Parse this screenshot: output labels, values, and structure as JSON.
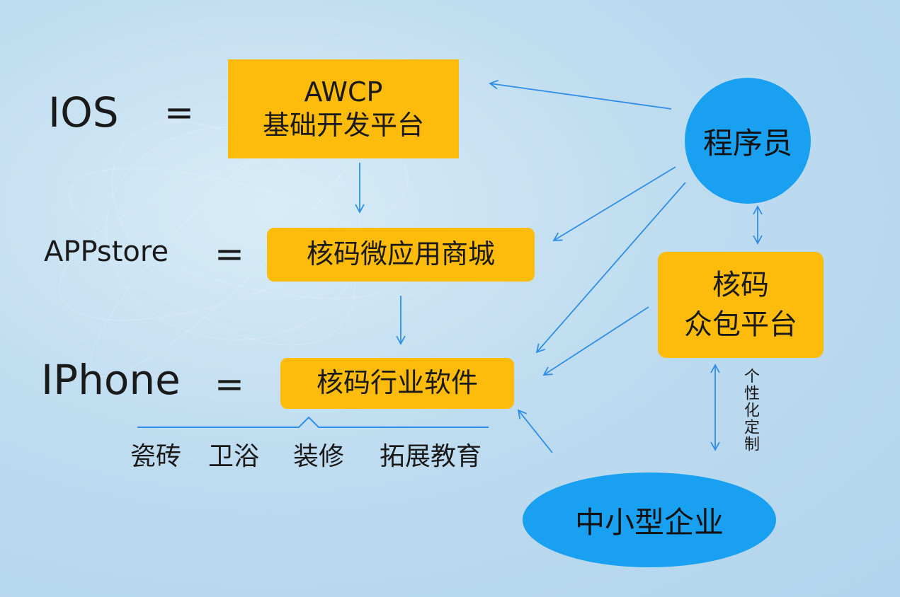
{
  "left_labels": {
    "ios": "IOS",
    "appstore": "APPstore",
    "iphone": "IPhone",
    "equals": "="
  },
  "boxes": {
    "awcp_line1": "AWCP",
    "awcp_line2": "基础开发平台",
    "app_mall": "核码微应用商城",
    "industry_software": "核码行业软件",
    "crowd_line1": "核码",
    "crowd_line2": "众包平台"
  },
  "nodes": {
    "programmer": "程序员",
    "sme": "中小型企业"
  },
  "industries": [
    "瓷砖",
    "卫浴",
    "装修",
    "拓展教育"
  ],
  "customization": "个性化定制",
  "colors": {
    "box_fill": "#fdbc0b",
    "node_fill": "#1aa0f0",
    "arrow": "#2f8fe6"
  }
}
